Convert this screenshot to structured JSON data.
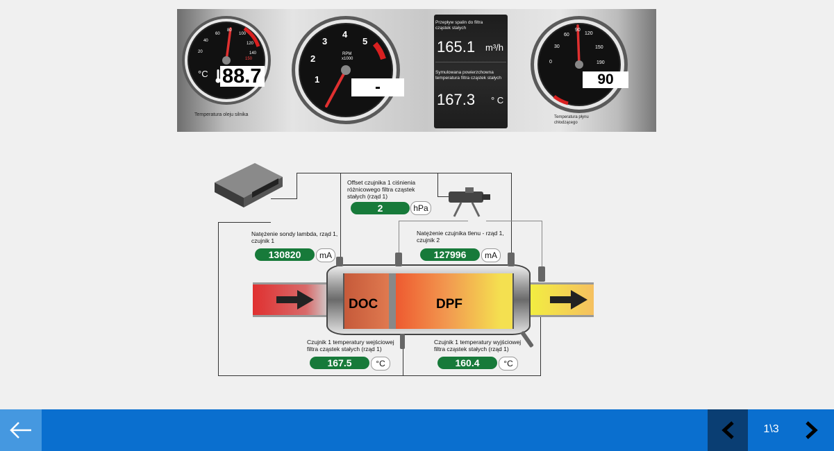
{
  "dashboard": {
    "oil_gauge": {
      "value": "88.7",
      "unit": "°C",
      "label": "Temperatura oleju silnika",
      "ticks": [
        "60",
        "80",
        "100",
        "120",
        "140",
        "40",
        "20",
        "150"
      ]
    },
    "rpm_gauge": {
      "value": "-",
      "unit_line1": "RPM",
      "unit_line2": "x1000",
      "ticks": [
        "1",
        "2",
        "3",
        "4",
        "5"
      ]
    },
    "info_panel": {
      "flow_caption": "Przepływ spalin do filtra cząstek stałych",
      "flow_value": "165.1",
      "flow_unit": "m³/h",
      "temp_caption": "Symulowana powierzchowna temperatura filtra cząstek stałych",
      "temp_value": "167.3",
      "temp_unit": "° C"
    },
    "coolant_gauge": {
      "value": "90",
      "label": "Temperatura płynu chłodzącego",
      "ticks": [
        "60",
        "90",
        "120",
        "150",
        "30",
        "0",
        "190"
      ]
    }
  },
  "diagram": {
    "offset_sensor": {
      "label": "Offset czujnika 1 ciśnienia różnicowego filtra cząstek stałych (rząd 1)",
      "value": "2",
      "unit": "hPa"
    },
    "lambda_sensor": {
      "label": "Natężenie sondy lambda, rząd 1, czujnik 1",
      "value": "130820",
      "unit": "mA"
    },
    "oxygen_sensor": {
      "label": "Natężenie czujnika tlenu - rząd 1, czujnik 2",
      "value": "127996",
      "unit": "mA"
    },
    "inlet_temp": {
      "label": "Czujnik 1 temperatury wejściowej filtra cząstek stałych (rząd 1)",
      "value": "167.5",
      "unit": "°C"
    },
    "outlet_temp": {
      "label": "Czujnik 1 temperatury wyjściowej filtra cząstek stałych (rząd 1)",
      "value": "160.4",
      "unit": "°C"
    },
    "doc_label": "DOC",
    "dpf_label": "DPF"
  },
  "navigation": {
    "page_indicator": "1\\3",
    "back_icon": "arrow-left-icon",
    "prev_icon": "chevron-left-icon",
    "next_icon": "chevron-right-icon"
  },
  "colors": {
    "bar": "#0a6fcf",
    "back": "#4598e0",
    "prev": "#0a3e73",
    "pill": "#177a3a"
  }
}
